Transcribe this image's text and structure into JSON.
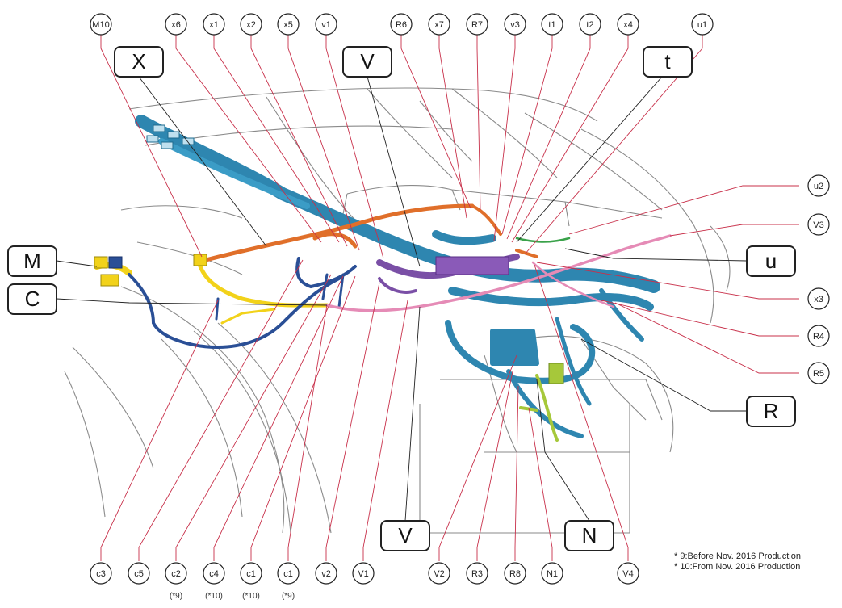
{
  "callouts_top": [
    "M10",
    "x6",
    "x1",
    "x2",
    "x5",
    "v1",
    "R6",
    "x7",
    "R7",
    "v3",
    "t1",
    "t2",
    "x4",
    "u1"
  ],
  "callouts_right": [
    "u2",
    "V3",
    "x3",
    "R4",
    "R5"
  ],
  "callouts_bottom": [
    "c3",
    "c5",
    "c2",
    "c4",
    "c1",
    "c1",
    "v2",
    "V1",
    "V2",
    "R3",
    "R8",
    "N1",
    "V4"
  ],
  "bottom_notes": [
    "(*9)",
    "(*10)",
    "(*10)",
    "(*9)"
  ],
  "section_labels": [
    "X",
    "V",
    "t",
    "M",
    "C",
    "u",
    "R",
    "V",
    "N"
  ],
  "footnotes": [
    "* 9:Before Nov. 2016 Production",
    "* 10:From Nov. 2016 Production"
  ],
  "colors": {
    "leader_line": "#c8304a",
    "harness_teal": "#2e86b0",
    "harness_orange": "#e06f2a",
    "harness_yellow": "#f2d21a",
    "harness_navy": "#2a4f96",
    "harness_purple": "#7a4fa6",
    "harness_pink": "#e58bb6",
    "harness_green": "#3aa24a",
    "harness_lime": "#a6c83a"
  }
}
